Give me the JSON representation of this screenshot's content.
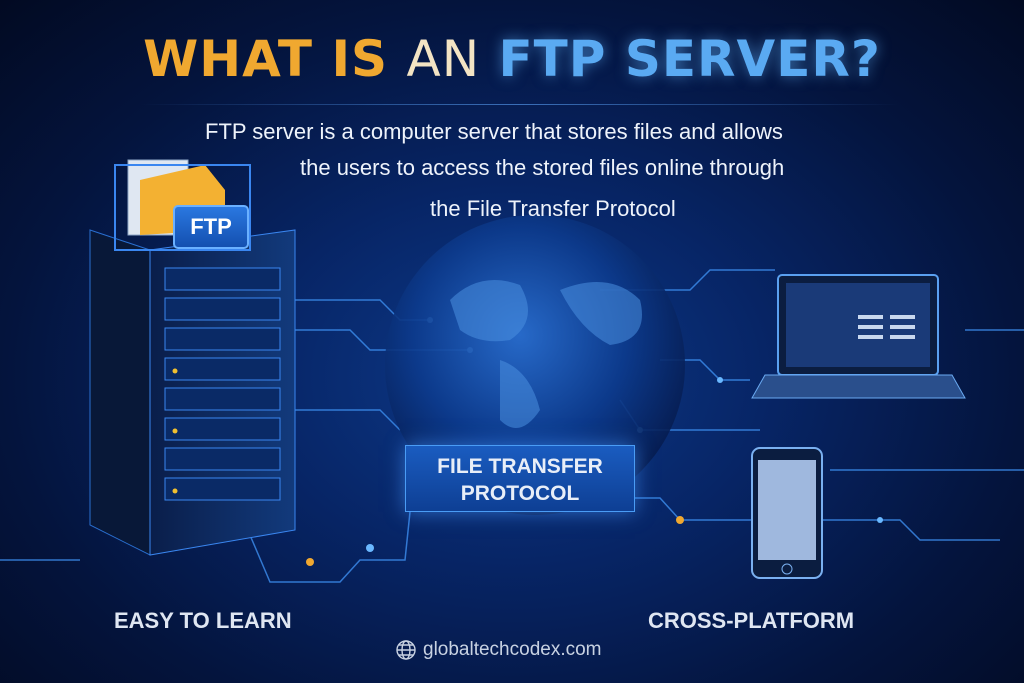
{
  "title": {
    "part1": "WHAT IS",
    "part2": "AN",
    "part3": "FTP SERVER?"
  },
  "description": {
    "line1": "FTP server is a computer server that stores files and allows",
    "line2": "the users to access the stored files online through",
    "line3": "the File Transfer Protocol"
  },
  "server": {
    "badge": "FTP"
  },
  "protocol_box": {
    "line1": "FILE TRANSFER",
    "line2": "PROTOCOL"
  },
  "features": {
    "left": "EASY TO LEARN",
    "right": "CROSS-PLATFORM"
  },
  "footer": {
    "website": "globaltechcodex.com",
    "icon": "globe-icon"
  },
  "colors": {
    "orange": "#f0a830",
    "blue": "#5aaaf2",
    "cream": "#f3e4c4"
  }
}
